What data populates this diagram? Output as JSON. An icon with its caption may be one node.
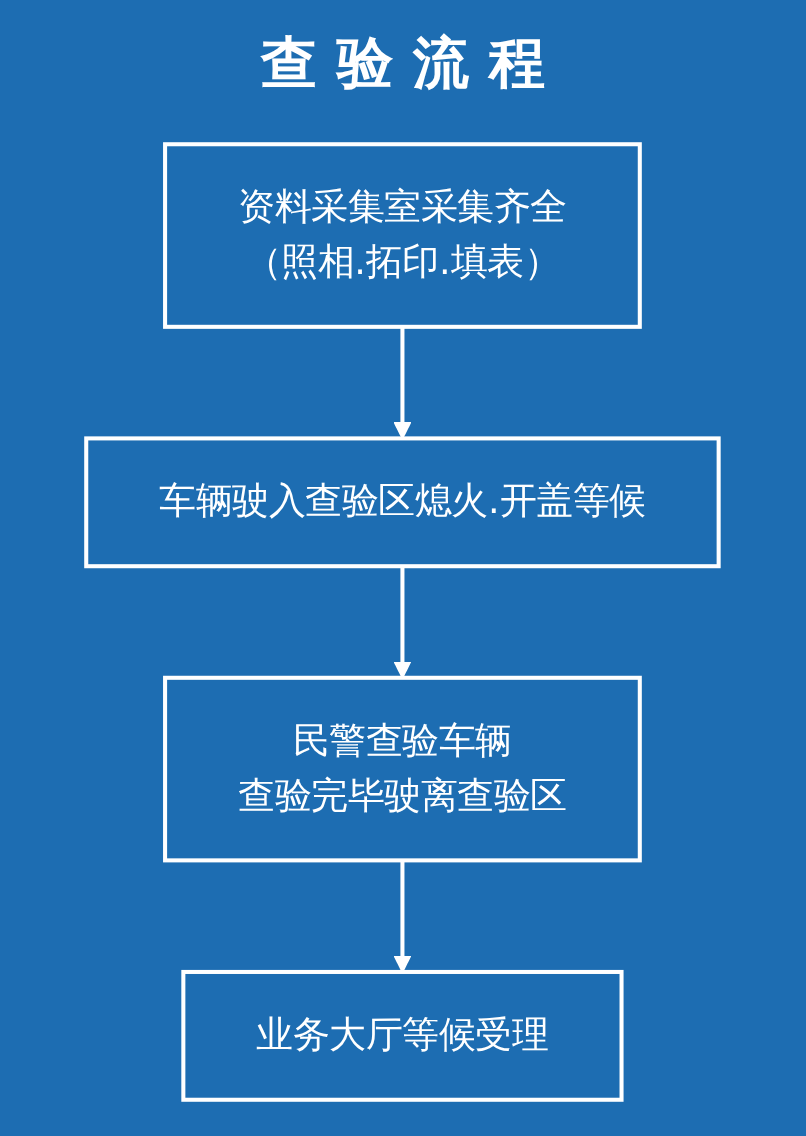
{
  "diagram": {
    "title": "查验流程",
    "nodes": [
      {
        "text": [
          "资料采集室采集齐全",
          "（照相.拓印.填表）"
        ]
      },
      {
        "text": [
          "车辆驶入查验区熄火.开盖等候"
        ]
      },
      {
        "text": [
          "民警查验车辆",
          "查验完毕驶离查验区"
        ]
      },
      {
        "text": [
          "业务大厅等候受理"
        ]
      }
    ],
    "edges": [
      {
        "from": 0,
        "to": 1,
        "arrow": "to"
      },
      {
        "from": 1,
        "to": 2,
        "arrow": "to"
      },
      {
        "from": 2,
        "to": 3,
        "arrow": "to"
      }
    ]
  }
}
